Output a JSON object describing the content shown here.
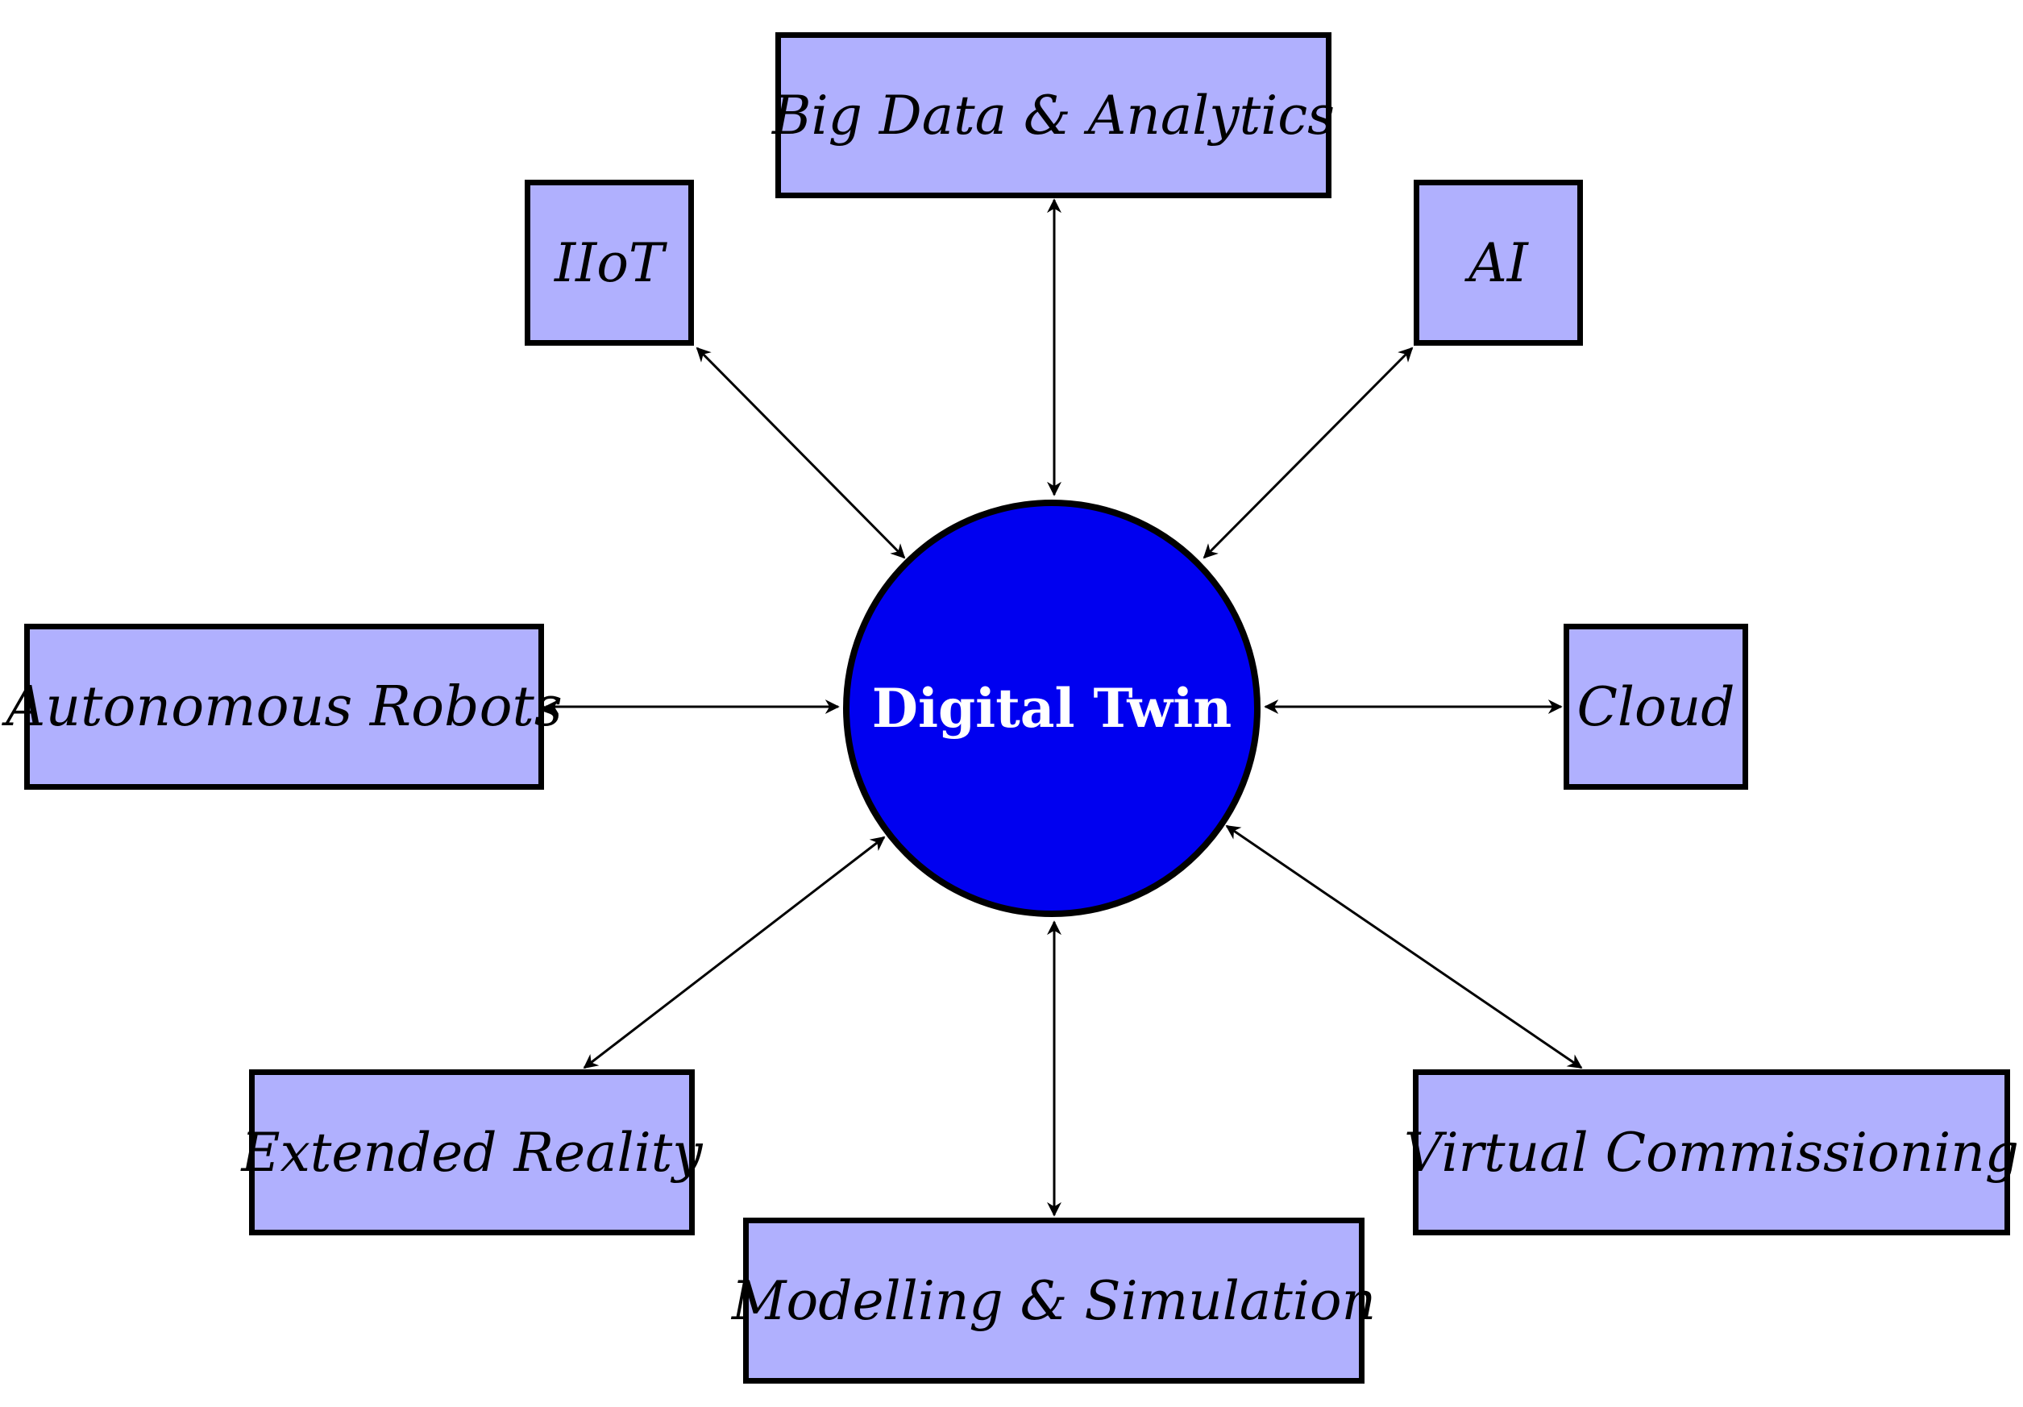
{
  "colors": {
    "box_fill": "#b0b0fe",
    "hub_fill": "#0000f0",
    "border": "#000000",
    "hub_text": "#ffffff"
  },
  "hub": {
    "label": "Digital Twin"
  },
  "nodes": {
    "big_data": "Big Data & Analytics",
    "iiot": "IIoT",
    "ai": "AI",
    "autonomous_robots": "Autonomous Robots",
    "cloud": "Cloud",
    "extended_reality": "Extended Reality",
    "virtual_commissioning": "Virtual Commissioning",
    "modelling_simulation": "Modelling & Simulation"
  }
}
